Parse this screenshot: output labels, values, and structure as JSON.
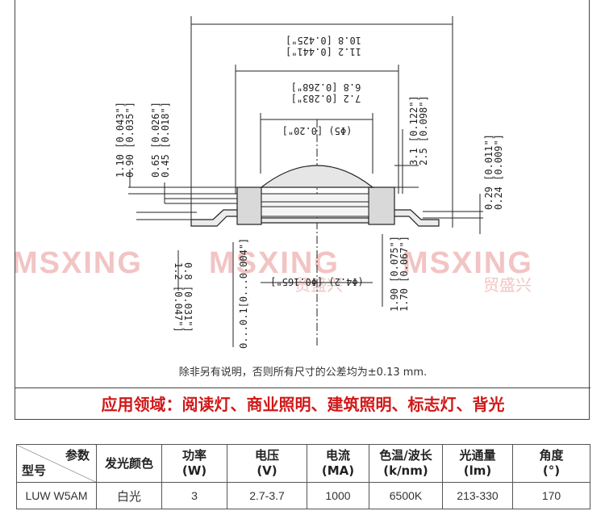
{
  "watermark": {
    "text": "MSXING",
    "cn": "贸盛兴"
  },
  "drawing": {
    "dims": {
      "overall_width": [
        "10.8",
        "[0.425\"]",
        "11.2",
        "[0.441\"]"
      ],
      "body_width": [
        "6.8",
        "[0.268\"]",
        "7.2",
        "[0.283\"]"
      ],
      "lens_dia": "(Φ5) [0.20\"]",
      "total_height": [
        "3.1",
        "[0.122\"]",
        "2.5",
        "[0.098\"]"
      ],
      "lead_thk": [
        "0.29",
        "[0.011\"]",
        "0.24",
        "[0.009\"]"
      ],
      "left_h1": [
        "1.10",
        "[0.043\"]",
        "0.90",
        "[0.035\"]"
      ],
      "left_h2": [
        "0.65",
        "[0.026\"]",
        "0.45",
        "[0.018\"]"
      ],
      "pad_dia": "(Φ4.2) [Φ0.165\"]",
      "pad_h": [
        "1.90",
        "[0.075\"]",
        "1.70",
        "[0.067\"]"
      ],
      "left_small": [
        "0.8",
        "[0.031\"]",
        "1.2",
        "[0.047\"]"
      ],
      "bottom_gap": "0...0.1[0...0.004\"]"
    }
  },
  "tolerance_note": {
    "prefix": "除非另有说明，否则所有尺寸的公差均为",
    "value": "±0.13 mm."
  },
  "applications": "应用领域：阅读灯、商业照明、建筑照明、标志灯、背光",
  "table": {
    "header": {
      "param": "参数",
      "model": "型号",
      "color": "发光颜色",
      "power": [
        "功率",
        "(W)"
      ],
      "voltage": [
        "电压",
        "(V)"
      ],
      "current": [
        "电流",
        "(MA)"
      ],
      "cct": [
        "色温/波长",
        "(k/nm)"
      ],
      "flux": [
        "光通量",
        "(lm)"
      ],
      "angle": [
        "角度",
        "(°)"
      ]
    },
    "row": {
      "model": "LUW W5AM",
      "color": "白光",
      "power": "3",
      "voltage": "2.7-3.7",
      "current": "1000",
      "cct": "6500K",
      "flux": "213-330",
      "angle": "170"
    }
  }
}
